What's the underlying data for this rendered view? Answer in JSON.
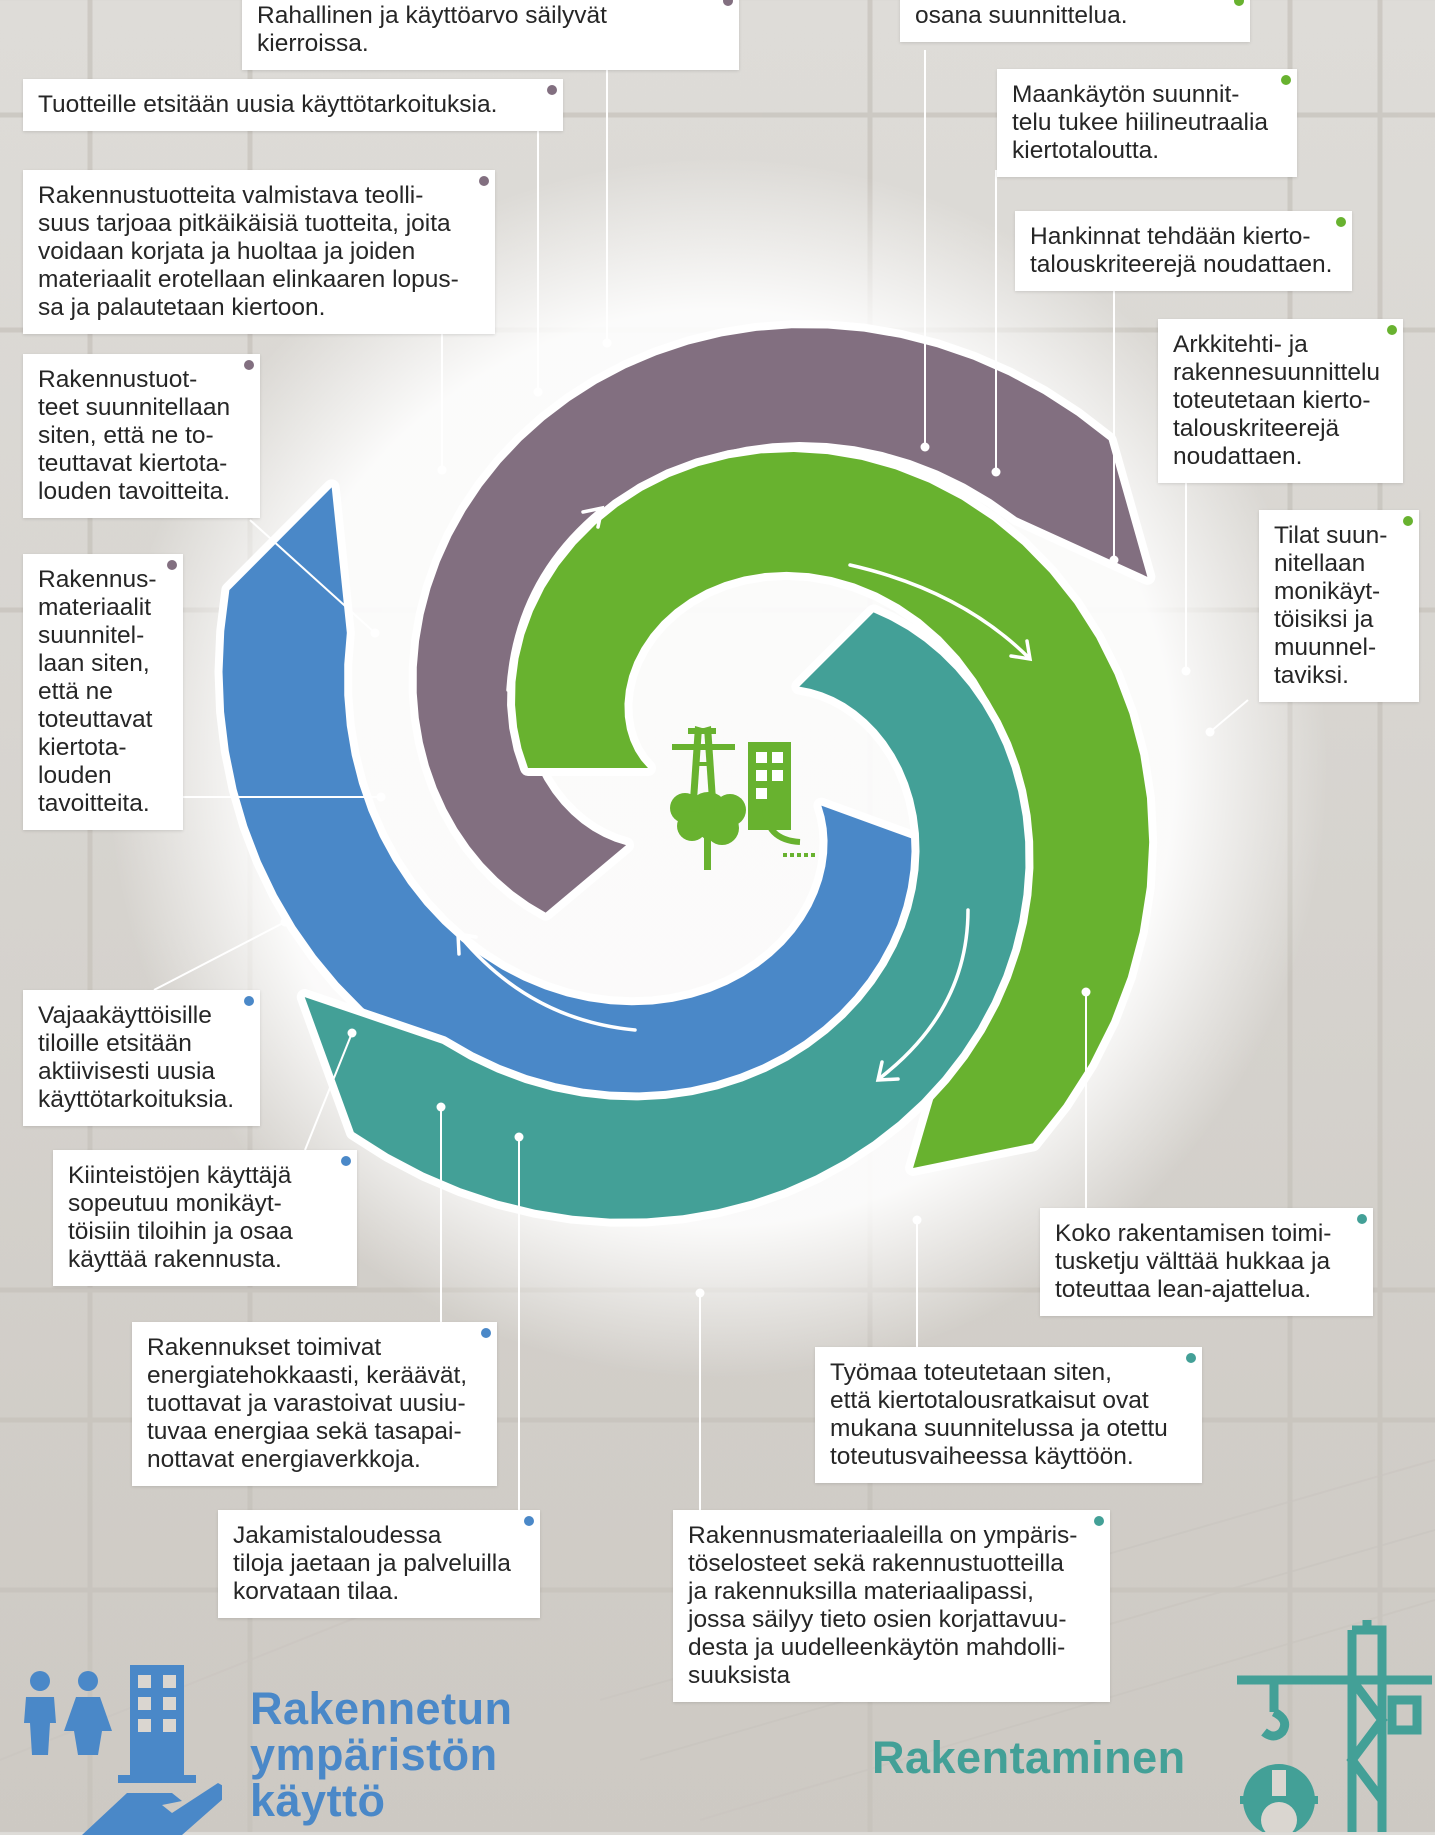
{
  "colors": {
    "purple": "#826f80",
    "green": "#68b22f",
    "teal": "#43a097",
    "blue": "#4a88c8",
    "title_blue": "#4a88c8",
    "title_teal": "#43a097"
  },
  "center_icon": "infrastructure-tree-building-icon",
  "flow_arrows": "four-curved-arrows-clockwise",
  "labels": [
    {
      "id": "l1",
      "text": "Rahallinen ja käyttöarvo säilyvät kierroissa.",
      "color": "purple"
    },
    {
      "id": "l2",
      "text": "osana suunnittelua.",
      "color": "green"
    },
    {
      "id": "l3",
      "text": "Tuotteille etsitään uusia käyttötarkoituksia.",
      "color": "purple"
    },
    {
      "id": "l4",
      "text": "Maankäytön suunnit-\ntelu tukee hiilineutraalia\nkiertotaloutta.",
      "color": "green"
    },
    {
      "id": "l5",
      "text": "Rakennustuotteita valmistava teolli-\nsuus tarjoaa pitkäikäisiä tuotteita, joita\nvoidaan korjata ja huoltaa ja joiden\nmateriaalit erotellaan elinkaaren lopus-\nsa ja palautetaan kiertoon.",
      "color": "purple"
    },
    {
      "id": "l6",
      "text": "Hankinnat tehdään kierto-\ntalouskriteerejä noudattaen.",
      "color": "green"
    },
    {
      "id": "l7",
      "text": "Arkkitehti- ja\nrakennesuunnittelu\ntoteutetaan kierto-\ntalouskriteerejä\nnoudattaen.",
      "color": "green"
    },
    {
      "id": "l8",
      "text": "Rakennustuot-\nteet suunnitellaan\nsiten, että ne to-\nteuttavat kiertota-\nlouden tavoitteita.",
      "color": "purple"
    },
    {
      "id": "l9",
      "text": "Tilat suun-\nnitellaan\nmonikäyt-\ntöisiksi ja\nmuunnel-\ntaviksi.",
      "color": "green"
    },
    {
      "id": "l10",
      "text": "Rakennus-\nmateriaalit\nsuunnitel-\nlaan siten,\nettä ne\ntoteuttavat\nkiertota-\nlouden\ntavoitteita.",
      "color": "purple"
    },
    {
      "id": "l11",
      "text": "Vajaakäyttöisille\ntiloille etsitään\naktiivisesti uusia\nkäyttötarkoituksia.",
      "color": "blue"
    },
    {
      "id": "l12",
      "text": "Kiinteistöjen käyttäjä\nsopeutuu monikäyt-\ntöisiin tiloihin ja osaa\nkäyttää rakennusta.",
      "color": "blue"
    },
    {
      "id": "l13",
      "text": "Koko rakentamisen toimi-\ntusketju välttää hukkaa ja\ntoteuttaa lean-ajattelua.",
      "color": "teal"
    },
    {
      "id": "l14",
      "text": "Rakennukset toimivat\nenergiatehokkaasti, keräävät,\ntuottavat ja varastoivat uusiu-\ntuvaa energiaa sekä tasapai-\nnottavat energiaverkkoja.",
      "color": "blue"
    },
    {
      "id": "l15",
      "text": "Työmaa toteutetaan siten,\nettä kiertotalousratkaisut ovat\nmukana suunnitelussa ja otettu\ntoteutusvaiheessa käyttöön.",
      "color": "teal"
    },
    {
      "id": "l16",
      "text": "Jakamistaloudessa\ntiloja jaetaan ja palveluilla\nkorvataan tilaa.",
      "color": "blue"
    },
    {
      "id": "l17",
      "text": "Rakennusmateriaaleilla on ympäris-\ntöselosteet sekä rakennustuotteilla\nja rakennuksilla materiaalipassi,\njossa säilyy tieto osien korjattavuu-\ndesta ja uudelleenkäytön mahdolli-\nsuuksista",
      "color": "teal"
    }
  ],
  "footer": {
    "left_title": "Rakennetun\nympäristön\nkäyttö",
    "left_icon": "people-building-hand-icon",
    "right_title": "Rakentaminen",
    "right_icon": "crane-worker-icon"
  }
}
